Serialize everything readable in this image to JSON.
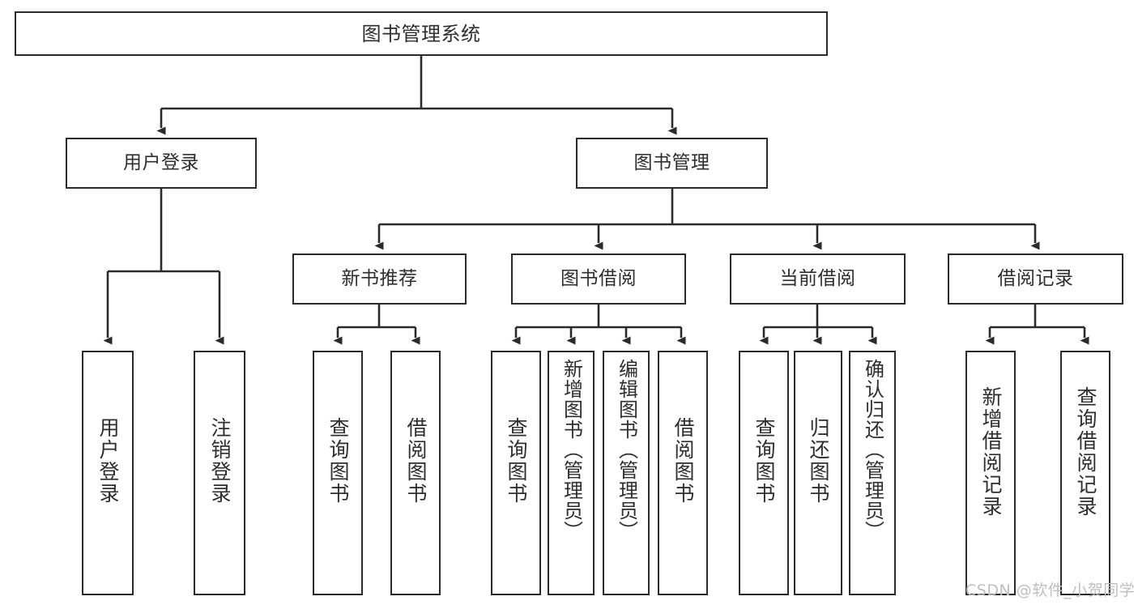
{
  "diagram": {
    "title": "图书管理系统",
    "type": "hierarchy-tree",
    "background_color": "#ffffff",
    "box_border_color": "#2b2b2b",
    "text_color": "#2e2e2e",
    "connector_color": "#2b2b2b"
  },
  "nodes": {
    "root": {
      "label": "图书管理系统",
      "level": 1,
      "orientation": "horizontal"
    },
    "level2": [
      {
        "id": "user-login",
        "label": "用户登录",
        "orientation": "horizontal"
      },
      {
        "id": "book-manage",
        "label": "图书管理",
        "orientation": "horizontal"
      }
    ],
    "level3": [
      {
        "id": "new-book-recommend",
        "label": "新书推荐",
        "orientation": "horizontal",
        "parent": "book-manage"
      },
      {
        "id": "book-borrow",
        "label": "图书借阅",
        "orientation": "horizontal",
        "parent": "book-manage"
      },
      {
        "id": "current-borrow",
        "label": "当前借阅",
        "orientation": "horizontal",
        "parent": "book-manage"
      },
      {
        "id": "borrow-record",
        "label": "借阅记录",
        "orientation": "horizontal",
        "parent": "book-manage"
      }
    ],
    "leaves": [
      {
        "id": "leaf-user-login",
        "label": "用户登录",
        "orientation": "vertical",
        "parent": "user-login"
      },
      {
        "id": "leaf-logout-login",
        "label": "注销登录",
        "orientation": "vertical",
        "parent": "user-login"
      },
      {
        "id": "leaf-query-book-1",
        "label": "查询图书",
        "orientation": "vertical",
        "parent": "new-book-recommend"
      },
      {
        "id": "leaf-borrow-book-1",
        "label": "借阅图书",
        "orientation": "vertical",
        "parent": "new-book-recommend"
      },
      {
        "id": "leaf-query-book-2",
        "label": "查询图书",
        "orientation": "vertical",
        "parent": "book-borrow"
      },
      {
        "id": "leaf-add-book-admin",
        "label": "新增图书（管理员）",
        "orientation": "vertical",
        "parent": "book-borrow"
      },
      {
        "id": "leaf-edit-book-admin",
        "label": "编辑图书（管理员）",
        "orientation": "vertical",
        "parent": "book-borrow"
      },
      {
        "id": "leaf-borrow-book-2",
        "label": "借阅图书",
        "orientation": "vertical",
        "parent": "book-borrow"
      },
      {
        "id": "leaf-query-book-3",
        "label": "查询图书",
        "orientation": "vertical",
        "parent": "current-borrow"
      },
      {
        "id": "leaf-return-book",
        "label": "归还图书",
        "orientation": "vertical",
        "parent": "current-borrow"
      },
      {
        "id": "leaf-confirm-return-admin",
        "label": "确认归还（管理员）",
        "orientation": "vertical",
        "parent": "current-borrow"
      },
      {
        "id": "leaf-add-borrow-record",
        "label": "新增借阅记录",
        "orientation": "vertical",
        "parent": "borrow-record"
      },
      {
        "id": "leaf-query-borrow-record",
        "label": "查询借阅记录",
        "orientation": "vertical",
        "parent": "borrow-record"
      }
    ]
  },
  "watermark": {
    "text": "CSDN @软件_小贺同学",
    "color": "#bfbfbf"
  }
}
